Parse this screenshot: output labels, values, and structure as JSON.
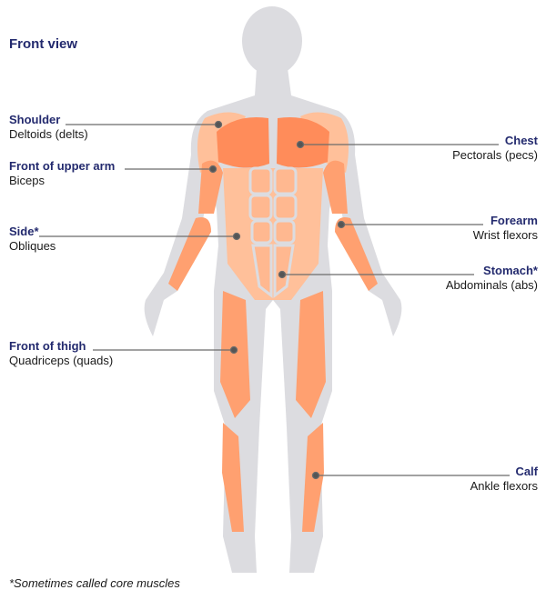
{
  "title": "Front view",
  "footnote": "*Sometimes called core muscles",
  "colors": {
    "body": "#dcdce0",
    "muscle_dark": "#ff8c5a",
    "muscle_mid": "#ffa070",
    "muscle_light": "#ffc09a",
    "title": "#232a6e",
    "leader": "#6b6b6b"
  },
  "labels": {
    "shoulder": {
      "name": "Shoulder",
      "muscle": "Deltoids (delts)"
    },
    "upper_arm": {
      "name": "Front of upper arm",
      "muscle": "Biceps"
    },
    "side": {
      "name": "Side*",
      "muscle": "Obliques"
    },
    "thigh": {
      "name": "Front of thigh",
      "muscle": "Quadriceps (quads)"
    },
    "chest": {
      "name": "Chest",
      "muscle": "Pectorals (pecs)"
    },
    "forearm": {
      "name": "Forearm",
      "muscle": "Wrist flexors"
    },
    "stomach": {
      "name": "Stomach*",
      "muscle": "Abdominals (abs)"
    },
    "calf": {
      "name": "Calf",
      "muscle": "Ankle flexors"
    }
  }
}
